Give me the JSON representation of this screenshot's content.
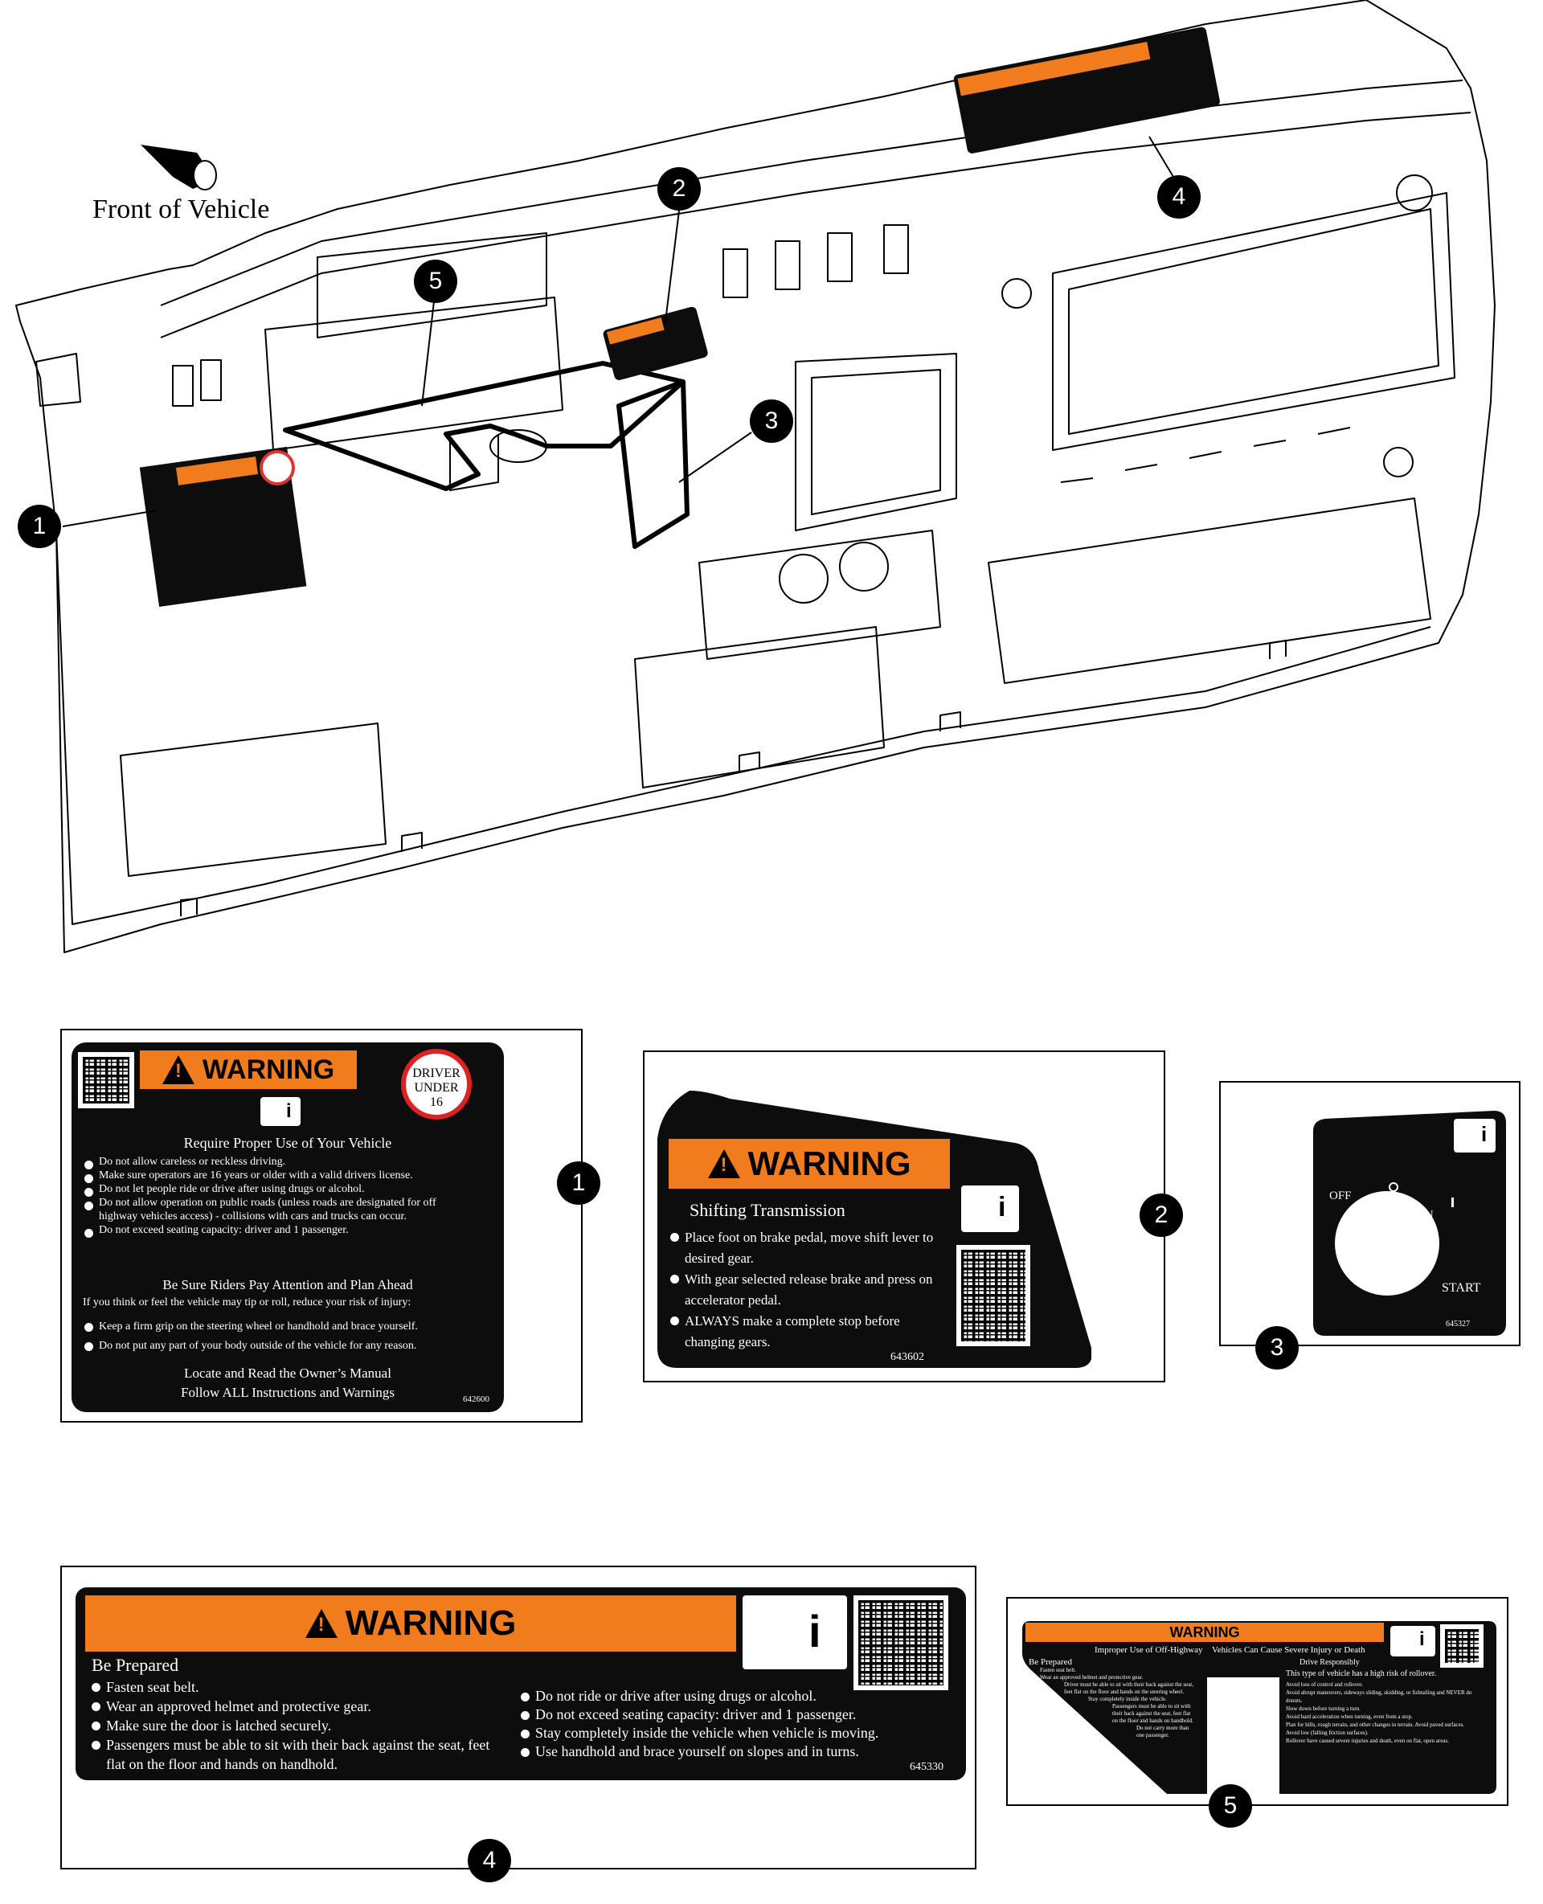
{
  "diagram": {
    "front_label": "Front of Vehicle",
    "callouts": [
      "1",
      "2",
      "3",
      "4",
      "5"
    ]
  },
  "decal1": {
    "warning": "WARNING",
    "badge_top": "DRIVER",
    "badge_mid": "UNDER",
    "badge_num": "16",
    "heading": "Require Proper Use of Your Vehicle",
    "bullets": [
      "Do not allow careless or reckless driving.",
      "Make sure operators are 16 years or older with a valid drivers license.",
      "Do not let people ride or drive after using drugs or alcohol.",
      "Do not allow operation on public roads (unless roads are designated for off highway vehicles access) - collisions with cars and trucks can occur.",
      "Do not exceed seating capacity: driver and 1 passenger."
    ],
    "heading2": "Be Sure Riders Pay Attention and Plan Ahead",
    "line": "If you think or feel the vehicle may tip or roll, reduce your risk of injury:",
    "bullets2": [
      "Keep a firm grip on the steering wheel or handhold and brace yourself.",
      "Do not put any part of your body outside of the vehicle for any reason."
    ],
    "footer1": "Locate and Read the Owner’s Manual",
    "footer2": "Follow ALL Instructions and Warnings",
    "part": "642600"
  },
  "decal2": {
    "warning": "WARNING",
    "heading": "Shifting Transmission",
    "bullets": [
      "Place foot on brake pedal, move shift lever to desired gear.",
      "With gear selected release brake and press on accelerator pedal.",
      "ALWAYS make a complete stop before changing gears."
    ],
    "part": "643602"
  },
  "decal3": {
    "off": "OFF",
    "on": "ON",
    "start": "START",
    "part": "645327"
  },
  "decal4": {
    "warning": "WARNING",
    "heading": "Be Prepared",
    "left": [
      "Fasten seat belt.",
      "Wear an approved helmet and protective gear.",
      "Make sure the door is latched securely.",
      "Passengers must be able to sit with their back against the seat, feet flat on the floor and hands on handhold."
    ],
    "right": [
      "Do not ride or drive after using drugs or alcohol.",
      "Do not exceed seating capacity: driver and 1 passenger.",
      "Stay completely inside the vehicle when vehicle is moving.",
      "Use handhold and brace yourself on slopes and in turns."
    ],
    "part": "645330"
  },
  "decal5": {
    "warning": "WARNING",
    "title_left": "Improper Use of Off-Highway",
    "title_right": "Vehicles Can Cause Severe Injury or Death",
    "left_heading": "Be Prepared",
    "left_items": [
      "Fasten seat belt.",
      "Wear an approved helmet and protective gear.",
      "Driver must be able to sit with their back against the seat, feet flat on the floor and hands on the steering wheel.",
      "Stay completely inside the vehicle.",
      "Passengers must be able to sit with their back against the seat, feet flat on the floor and hands on handhold.",
      "Do not carry more than one passenger."
    ],
    "right_heading": "Drive Responsibly",
    "right_line": "This type of vehicle has a high risk of rollover.",
    "right_items": [
      "Avoid loss of control and rollover.",
      "Avoid abrupt maneuvers, sideways sliding, skidding, or fishtailing and NEVER do donuts.",
      "Slow down before turning a turn.",
      "Avoid hard acceleration when turning, even from a stop.",
      "Plan for hills, rough terrain, and other changes in terrain. Avoid paved surfaces.",
      "Avoid low (falling friction surfaces).",
      "Rollover have caused severe injuries and death, even on flat, open areas."
    ]
  }
}
